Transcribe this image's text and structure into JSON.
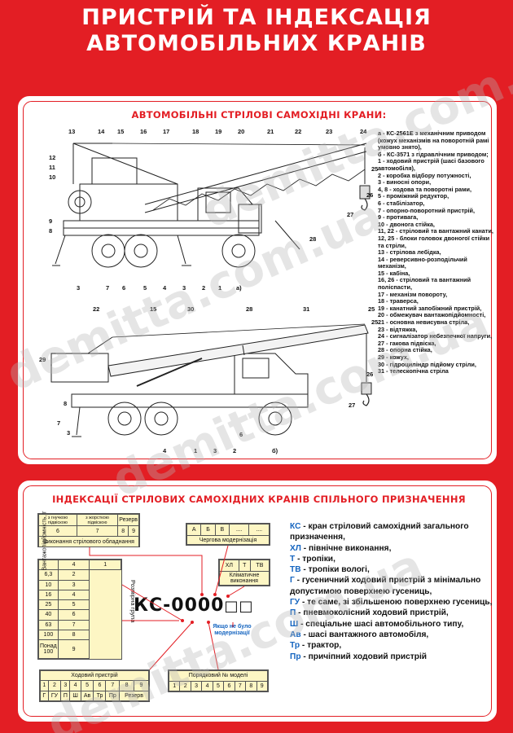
{
  "title": {
    "line1": "ПРИСТРІЙ ТА ІНДЕКСАЦІЯ",
    "line2": "АВТОМОБІЛЬНИХ КРАНІВ"
  },
  "section1": {
    "heading": "АВТОМОБІЛЬНІ СТРІЛОВІ САМОХІДНІ КРАНИ:",
    "legend": [
      "а - КС-2561Е з механічним приводом (кожух механізмів на поворотній рамі умовно знято),",
      "б - КС-3571 з гідравлічним приводом;",
      "1 - ходовий пристрій (шасі базового автомобіля),",
      "2 - коробка відбору потужності,",
      "3 - виносні опори,",
      "4, 8 - ходова та поворотні рами,",
      "5 - проміжний редуктор,",
      "6 - стабілізатор,",
      "7 - опорно-поворотний пристрій,",
      "9 - противага,",
      "10 - двонога стійка,",
      "11, 22 - стріловий та вантажний канати,",
      "12, 25 - блоки головок двоногої стійки та стріли,",
      "13 - стрілова лебідка,",
      "14 - реверсивно-розподільчий механізм,",
      "15 - кабіна,",
      "16, 26 - стріловий та вантажний поліспасти,",
      "17 - механізм повороту,",
      "18 - траверса,",
      "19 - канатний запобіжний пристрій,",
      "20 - обмежувач вантажопідйомності,",
      "21 - основна невисувна стріла,",
      "23 - відтяжка,",
      "24 - сигналізатор небезпечної напруги,",
      "27 - гакова підвіска,",
      "28 - опорна стійка,",
      "29 - кожух,",
      "30 - гідроциліндр підйому стріли,",
      "31 - телескопічна стріла"
    ],
    "fig_a_label": "а)",
    "fig_b_label": "б)",
    "fig_a_top_numbers": [
      "13",
      "14",
      "15",
      "16",
      "17",
      "18",
      "19",
      "20",
      "21",
      "22",
      "23",
      "24"
    ],
    "fig_a_left_numbers": [
      "12",
      "11",
      "10",
      "9",
      "8"
    ],
    "fig_a_right_numbers": [
      "25",
      "26",
      "27",
      "28"
    ],
    "fig_a_bottom_numbers": [
      "3",
      "7",
      "6",
      "5",
      "4",
      "3",
      "2",
      "1"
    ],
    "fig_b_top_numbers": [
      "22",
      "15",
      "30",
      "28",
      "31",
      "25"
    ],
    "fig_b_left_numbers": [
      "29",
      "8",
      "7",
      "3"
    ],
    "fig_b_right_numbers": [
      "25",
      "26",
      "27"
    ],
    "fig_b_bottom_numbers": [
      "4",
      "1",
      "3",
      "2",
      "6"
    ]
  },
  "section2": {
    "heading": "ІНДЕКСАЦІЇ СТРІЛОВИХ САМОХІДНИХ КРАНІВ СПІЛЬНОГО ПРИЗНАЧЕННЯ",
    "equipment": {
      "headers": [
        "з гнучкою підвіскою",
        "з жорсткою підвіскою",
        "Резерв"
      ],
      "values": [
        "6",
        "7",
        "8",
        "9"
      ],
      "caption": "Виконання стрілового обладнання"
    },
    "modernization": {
      "values": [
        "А",
        "Б",
        "В",
        "....",
        "...."
      ],
      "caption": "Чергова модернізація"
    },
    "climate": {
      "values": [
        "ХЛ",
        "Т",
        "ТВ"
      ],
      "caption": "Кліматичне виконання"
    },
    "capacity": {
      "left_label": "Вантажопідйомність, т",
      "right_label": "Розмірна група",
      "rows": [
        [
          "4",
          "1"
        ],
        [
          "6,3",
          "2"
        ],
        [
          "10",
          "3"
        ],
        [
          "16",
          "4"
        ],
        [
          "25",
          "5"
        ],
        [
          "40",
          "6"
        ],
        [
          "63",
          "7"
        ],
        [
          "100",
          "8"
        ],
        [
          "Понад 100",
          "9"
        ]
      ]
    },
    "code": "КС-0000",
    "code_boxes": "□□",
    "no_mod_note": "Якщо не було модернізації",
    "chassis": {
      "caption": "Ходовий пристрій",
      "numbers": [
        "1",
        "2",
        "3",
        "4",
        "5",
        "6",
        "7",
        "8",
        "9"
      ],
      "letters": [
        "Г",
        "ГУ",
        "П",
        "Ш",
        "Ав",
        "Тр",
        "Пр",
        "Резерв"
      ]
    },
    "model": {
      "caption": "Порядковий № моделі",
      "numbers": [
        "1",
        "2",
        "3",
        "4",
        "5",
        "6",
        "7",
        "8",
        "9"
      ]
    },
    "definitions": [
      {
        "k": "КС",
        "v": " - кран стріловий самохідний загального призначення,"
      },
      {
        "k": "ХЛ",
        "v": " - північне виконання,"
      },
      {
        "k": "Т",
        "v": " - тропіки,"
      },
      {
        "k": "ТВ",
        "v": " - тропіки вологі,"
      },
      {
        "k": "Г",
        "v": " - гусеничний ходовий пристрій з мінімально допустимою поверхнею гусениць,"
      },
      {
        "k": "ГУ",
        "v": " - те саме, зі збільшеною поверхнею гусениць,"
      },
      {
        "k": "П",
        "v": " - пневмоколісний ходовий пристрій,"
      },
      {
        "k": "Ш",
        "v": " - спеціальне шасі автомобільного типу,"
      },
      {
        "k": "Ав",
        "v": " - шасі вантажного автомобіля,"
      },
      {
        "k": "Тр",
        "v": " - трактор,"
      },
      {
        "k": "Пр",
        "v": " - причіпний ходовий пристрій"
      }
    ]
  },
  "watermark": "demitta.com.ua",
  "colors": {
    "accent": "#e31e24",
    "table_fill": "#fdf6c4",
    "key_blue": "#1565c0"
  }
}
